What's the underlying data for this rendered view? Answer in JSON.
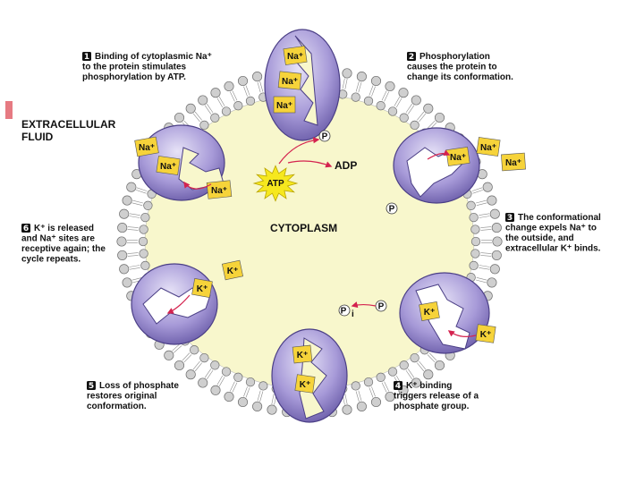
{
  "labels": {
    "extracellular_line1": "EXTRACELLULAR",
    "extracellular_line2": "FLUID",
    "cytoplasm": "CYTOPLASM",
    "atp": "ATP",
    "adp": "ADP",
    "phosphate": "P",
    "phosphate_inorganic": "P",
    "phosphate_inorganic_sub": "i"
  },
  "ions": {
    "na": "Na⁺",
    "k": "K⁺"
  },
  "steps": [
    {
      "number": "1",
      "lines": [
        "Binding of cytoplasmic Na⁺",
        "to the protein stimulates",
        "phosphorylation by ATP."
      ]
    },
    {
      "number": "2",
      "lines": [
        "Phosphorylation",
        "causes the protein to",
        "change its conformation."
      ]
    },
    {
      "number": "3",
      "lines": [
        "The conformational",
        "change expels Na⁺ to",
        "the outside, and",
        "extracellular K⁺ binds."
      ]
    },
    {
      "number": "4",
      "lines": [
        "K⁺ binding",
        "triggers release of a",
        "phosphate group."
      ]
    },
    {
      "number": "5",
      "lines": [
        "Loss of phosphate",
        "restores original",
        "conformation."
      ]
    },
    {
      "number": "6",
      "lines": [
        "K⁺ is released",
        "and Na⁺ sites are",
        "receptive again; the",
        "cycle repeats."
      ]
    }
  ],
  "colors": {
    "cytoplasm_fill": "#f8f7cc",
    "protein_fill": "#8a7dc4",
    "protein_light": "#d6d0ef",
    "protein_edge": "#4b3f86",
    "ion_fill": "#f6d33a",
    "arrow": "#d4234f",
    "accent_bar": "#e67a82",
    "lipid_head": "#cfcfcf"
  }
}
